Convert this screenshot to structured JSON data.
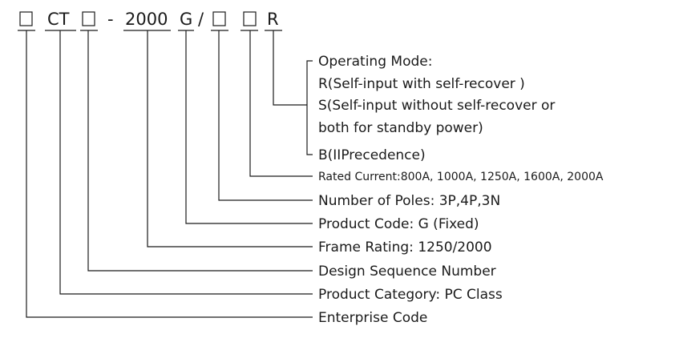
{
  "code": {
    "box_symbol": "□",
    "ct": "CT",
    "dash": "-",
    "rating": "2000",
    "g": "G",
    "slash": "/",
    "r": "R"
  },
  "descriptions": {
    "operating_mode_title": "Operating Mode:",
    "operating_mode_r": "R(Self-input with self-recover )",
    "operating_mode_s_line1": "S(Self-input without self-recover or",
    "operating_mode_s_line2": "both for standby power)",
    "operating_mode_b": "B(IIPrecedence)",
    "rated_current": "Rated Current:800A, 1000A, 1250A, 1600A, 2000A",
    "number_of_poles": "Number of Poles: 3P,4P,3N",
    "product_code": "Product Code: G (Fixed)",
    "frame_rating": "Frame Rating: 1250/2000",
    "design_sequence": "Design Sequence Number",
    "product_category": "Product Category: PC Class",
    "enterprise_code": "Enterprise Code"
  }
}
